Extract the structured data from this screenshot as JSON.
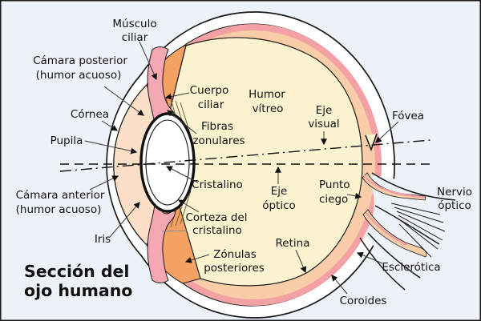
{
  "title": {
    "l1": "Sección del",
    "l2": "ojo humano"
  },
  "labels": {
    "musculo": {
      "l1": "Músculo",
      "l2": "ciliar"
    },
    "camara_post": {
      "l1": "Cámara posterior",
      "l2": "(humor acuoso)"
    },
    "cornea": {
      "l1": "Córnea"
    },
    "pupila": {
      "l1": "Pupila"
    },
    "camara_ant": {
      "l1": "Cámara anterior",
      "l2": "(humor acuoso)"
    },
    "iris": {
      "l1": "Iris"
    },
    "cuerpo": {
      "l1": "Cuerpo",
      "l2": "ciliar"
    },
    "fibras": {
      "l1": "Fibras",
      "l2": "zonulares"
    },
    "humor": {
      "l1": "Humor",
      "l2": "vítreo"
    },
    "eje_visual": {
      "l1": "Eje",
      "l2": "visual"
    },
    "fovea": {
      "l1": "Fóvea"
    },
    "cristalino": {
      "l1": "Cristalino"
    },
    "eje_optico": {
      "l1": "Eje",
      "l2": "óptico"
    },
    "punto_ciego": {
      "l1": "Punto",
      "l2": "ciego"
    },
    "nervio": {
      "l1": "Nervio",
      "l2": "óptico"
    },
    "corteza": {
      "l1": "Corteza del",
      "l2": "cristalino"
    },
    "zonulas": {
      "l1": "Zónulas",
      "l2": "posteriores"
    },
    "retina": {
      "l1": "Retina"
    },
    "esclerotica": {
      "l1": "Esclerótica"
    },
    "coroides": {
      "l1": "Coroides"
    }
  },
  "colors": {
    "background": "#edf2f8",
    "outline": "#1a1a1a",
    "sclera": "#ffffff",
    "choroid": "#f3a1a4",
    "retina": "#f9cda7",
    "vitreous": "#fbf3d0",
    "ciliary": "#f4a263",
    "iris": "#f5a8b3",
    "chamber": "#fbdfc7",
    "lens": "#ffffff",
    "text": "#111111"
  }
}
